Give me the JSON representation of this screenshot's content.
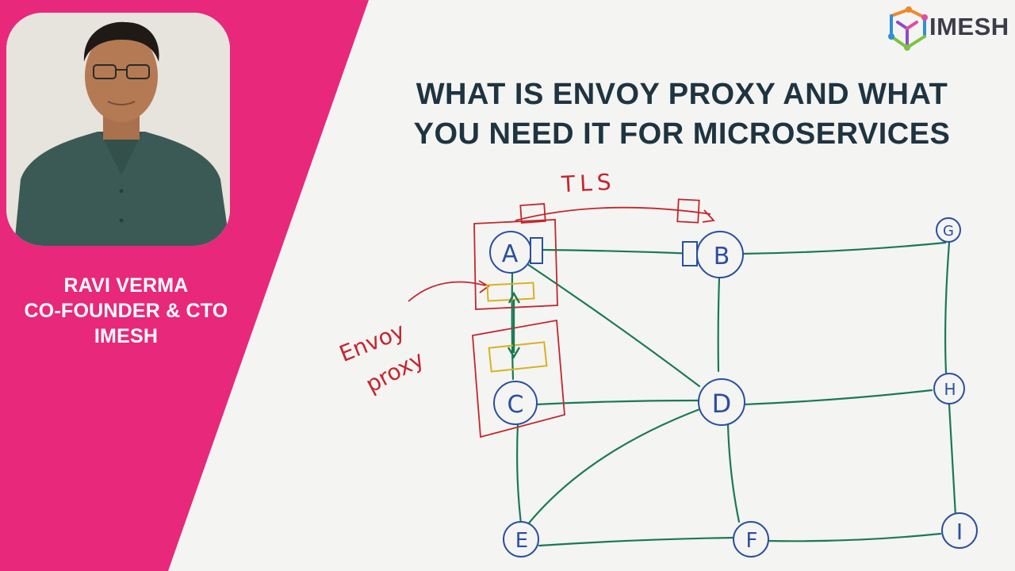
{
  "brand": {
    "name": "IMESH",
    "pink": "#e8287a",
    "navy": "#1e3440"
  },
  "title_lines": [
    "WHAT IS ENVOY PROXY AND WHAT",
    "YOU NEED IT FOR MICROSERVICES"
  ],
  "speaker": {
    "name": "RAVI VERMA",
    "role": "CO-FOUNDER & CTO",
    "company": "IMESH"
  },
  "diagram": {
    "nodes": {
      "A": "A",
      "B": "B",
      "C": "C",
      "D": "D",
      "E": "E",
      "F": "F",
      "G": "G",
      "H": "H",
      "I": "I"
    },
    "annotations": {
      "tls": "TLS",
      "envoy_line1": "Envoy",
      "envoy_line2": "proxy"
    },
    "colors": {
      "edge": "#1a7a52",
      "node": "#2a4fa0",
      "annotation": "#c4262c",
      "proxy": "#d8b21c"
    }
  }
}
